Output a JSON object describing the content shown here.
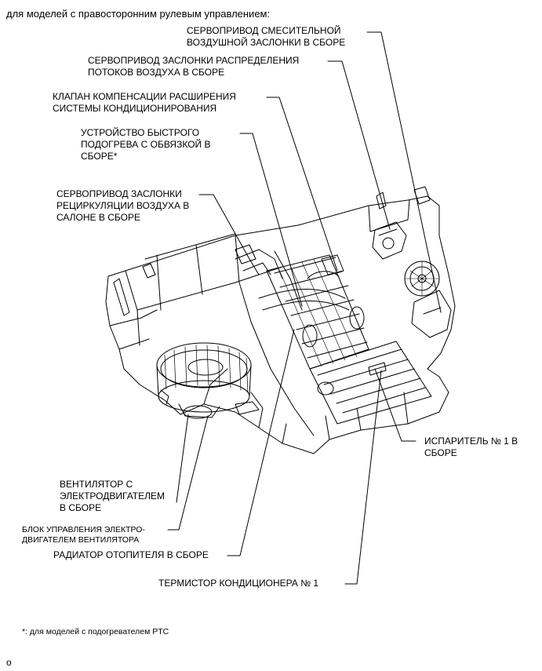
{
  "header": {
    "caption": "для моделей с правосторонним рулевым управлением:"
  },
  "labels": {
    "blend_door_servo": "СЕРВОПРИВОД СМЕСИТЕЛЬНОЙ\nВОЗДУШНОЙ ЗАСЛОНКИ В СБОРЕ",
    "mode_door_servo": "СЕРВОПРИВОД ЗАСЛОНКИ РАСПРЕДЕЛЕНИЯ\nПОТОКОВ ВОЗДУХА В СБОРЕ",
    "expansion_valve": "КЛАПАН КОМПЕНСАЦИИ РАСШИРЕНИЯ\nСИСТЕМЫ КОНДИЦИОНИРОВАНИЯ",
    "quick_heater": "УСТРОЙСТВО БЫСТРОГО\nПОДОГРЕВА С ОБВЯЗКОЙ В\nСБОРЕ*",
    "recirc_door_servo": "СЕРВОПРИВОД ЗАСЛОНКИ\nРЕЦИРКУЛЯЦИИ ВОЗДУХА В\nСАЛОНЕ В СБОРЕ",
    "evaporator": "ИСПАРИТЕЛЬ № 1 В\nСБОРЕ",
    "blower_motor": "ВЕНТИЛЯТОР С\nЭЛЕКТРОДВИГАТЕЛЕМ\nВ СБОРЕ",
    "blower_controller": "БЛОК УПРАВЛЕНИЯ ЭЛЕКТРО-\nДВИГАТЕЛЕМ ВЕНТИЛЯТОРА",
    "heater_radiator": "РАДИАТОР ОТОПИТЕЛЯ В СБОРЕ",
    "ac_thermistor": "ТЕРМИСТОР КОНДИЦИОНЕРА № 1"
  },
  "footnote": "*: для моделей с подогревателем PTC",
  "corner_mark": "o"
}
